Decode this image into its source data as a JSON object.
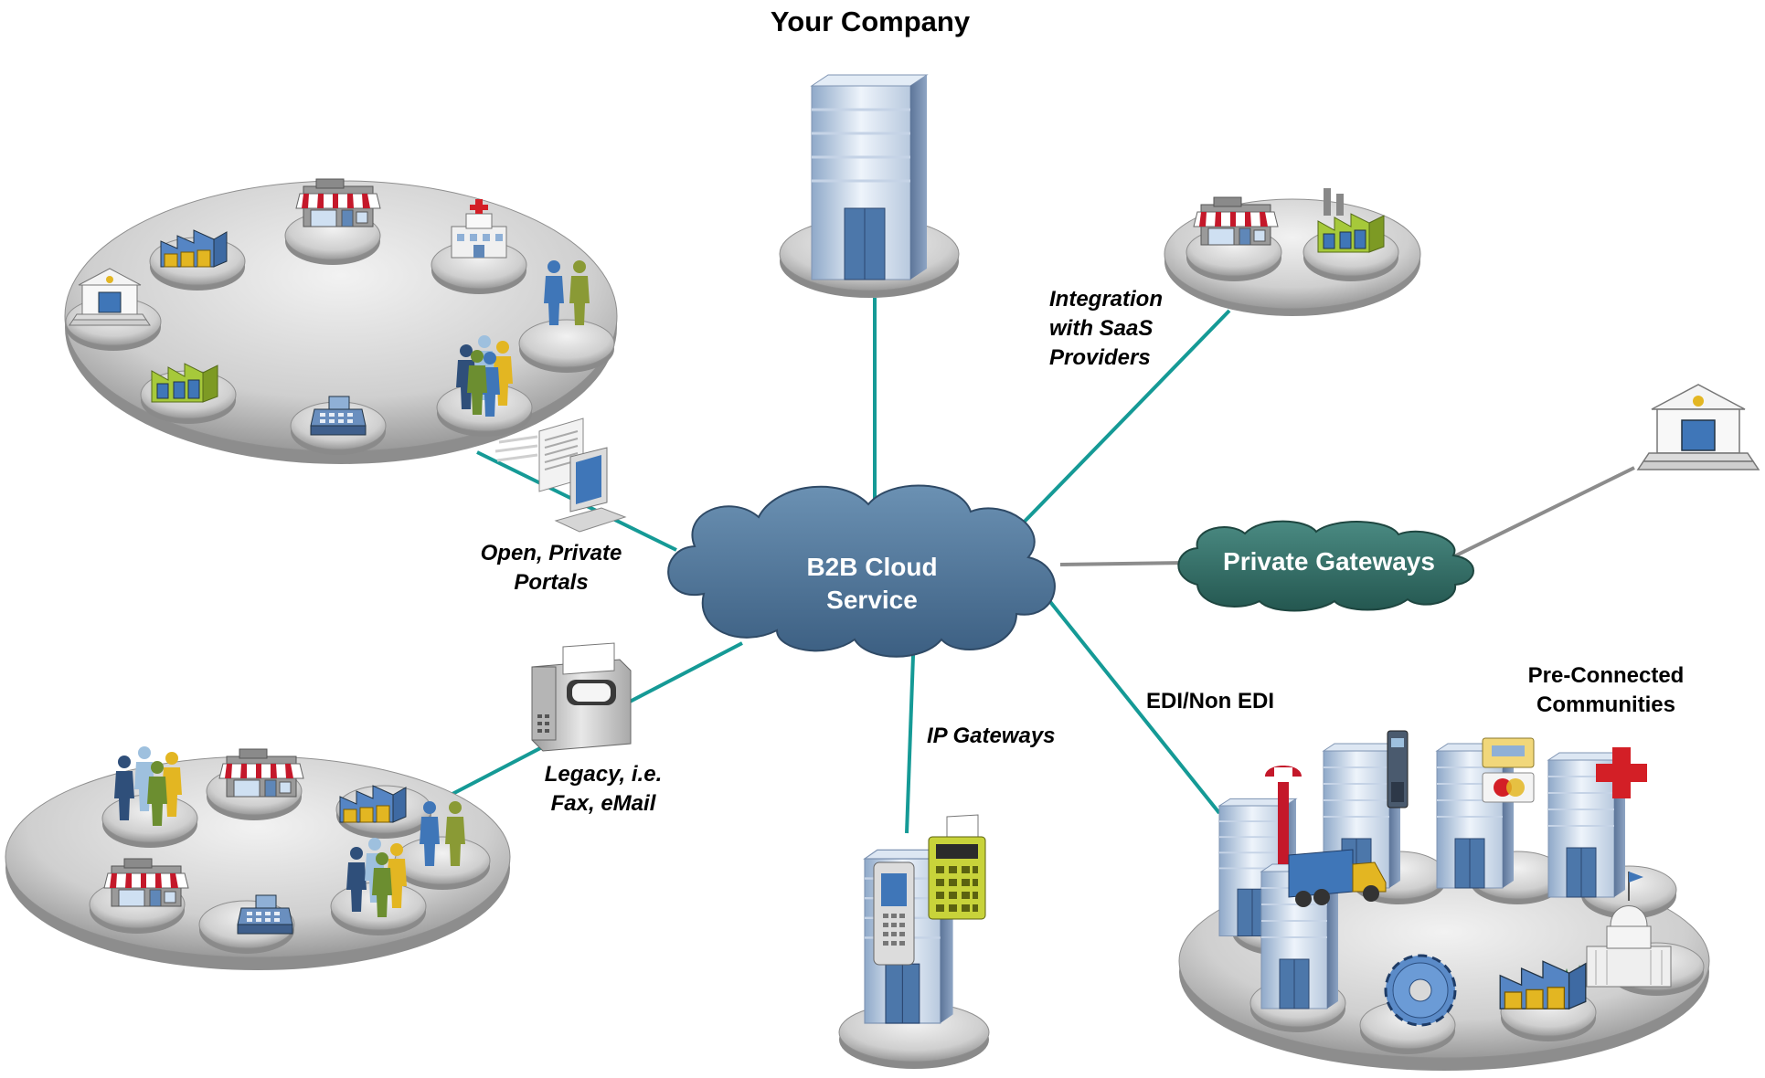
{
  "title": "Your Company",
  "cloud": {
    "line1": "B2B Cloud",
    "line2": "Service"
  },
  "gateway_cloud": {
    "label": "Private Gateways"
  },
  "labels": {
    "saas": [
      "Integration",
      "with SaaS",
      "Providers"
    ],
    "portals": [
      "Open, Private",
      "Portals"
    ],
    "legacy": [
      "Legacy, i.e.",
      "Fax, eMail"
    ],
    "ip_gateways": "IP Gateways",
    "edi": "EDI/Non EDI",
    "communities": [
      "Pre-Connected",
      "Communities"
    ]
  },
  "colors": {
    "connector": "#159a96",
    "gateway_connector": "#8c8c8c",
    "main_cloud": "#4d7497",
    "gateway_cloud": "#2f6a63",
    "platform": "#c8c8c8",
    "awning_red": "#c4182a",
    "factory_green": "#a6c93a",
    "factory_blue": "#3f76b8",
    "crate_yellow": "#e3b622",
    "medical_red": "#d31f26"
  },
  "icons": [
    "office-tower-icon",
    "storefront-icon",
    "factory-icon",
    "bank-icon",
    "hospital-icon",
    "handshake-people-icon",
    "people-group-icon",
    "cash-register-icon",
    "computer-terminal-icon",
    "fax-machine-icon",
    "mobile-phone-icon",
    "calculator-icon",
    "wrench-icon",
    "phone-icon",
    "credit-card-icon",
    "medical-cross-icon",
    "delivery-truck-icon",
    "capitol-building-icon",
    "gear-icon"
  ]
}
